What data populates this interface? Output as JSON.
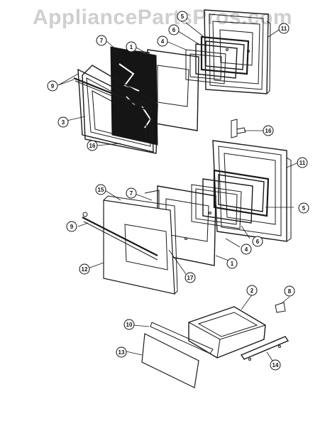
{
  "watermark": "AppliancePartsPros.com",
  "diagram": {
    "callouts": [
      {
        "id": "c1a",
        "label": "1"
      },
      {
        "id": "c1b",
        "label": "1"
      },
      {
        "id": "c2",
        "label": "2"
      },
      {
        "id": "c3",
        "label": "3"
      },
      {
        "id": "c4a",
        "label": "4"
      },
      {
        "id": "c4b",
        "label": "4"
      },
      {
        "id": "c5a",
        "label": "5"
      },
      {
        "id": "c5b",
        "label": "5"
      },
      {
        "id": "c6a",
        "label": "6"
      },
      {
        "id": "c6b",
        "label": "6"
      },
      {
        "id": "c7a",
        "label": "7"
      },
      {
        "id": "c7b",
        "label": "7"
      },
      {
        "id": "c8",
        "label": "8"
      },
      {
        "id": "c9a",
        "label": "9"
      },
      {
        "id": "c9b",
        "label": "9"
      },
      {
        "id": "c10",
        "label": "10"
      },
      {
        "id": "c11a",
        "label": "11"
      },
      {
        "id": "c11b",
        "label": "11"
      },
      {
        "id": "c12",
        "label": "12"
      },
      {
        "id": "c13",
        "label": "13"
      },
      {
        "id": "c14",
        "label": "14"
      },
      {
        "id": "c15",
        "label": "15"
      },
      {
        "id": "c16a",
        "label": "16"
      },
      {
        "id": "c16b",
        "label": "16"
      },
      {
        "id": "c17",
        "label": "17"
      }
    ]
  }
}
